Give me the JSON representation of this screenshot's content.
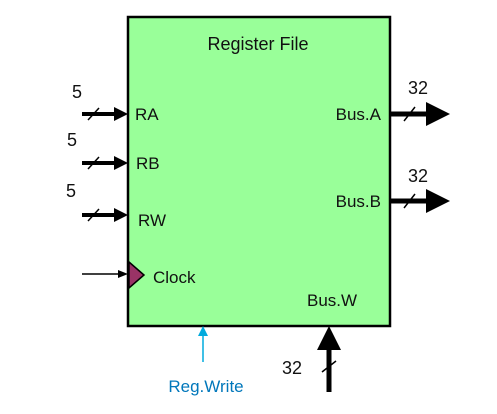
{
  "block": {
    "title": "Register File",
    "fill_color": "#99ff99",
    "border_color": "#000000"
  },
  "inputs": {
    "ra": {
      "label": "RA",
      "width": "5"
    },
    "rb": {
      "label": "RB",
      "width": "5"
    },
    "rw": {
      "label": "RW",
      "width": "5"
    },
    "clock": {
      "label": "Clock",
      "marker_color": "#993366"
    }
  },
  "outputs": {
    "bus_a": {
      "label": "Bus.A",
      "width": "32"
    },
    "bus_b": {
      "label": "Bus.B",
      "width": "32"
    }
  },
  "data_input": {
    "bus_w": {
      "label": "Bus.W",
      "width": "32"
    }
  },
  "control": {
    "reg_write": {
      "label": "Reg.Write",
      "color": "#0077bb",
      "arrow_color": "#00aadd"
    }
  }
}
